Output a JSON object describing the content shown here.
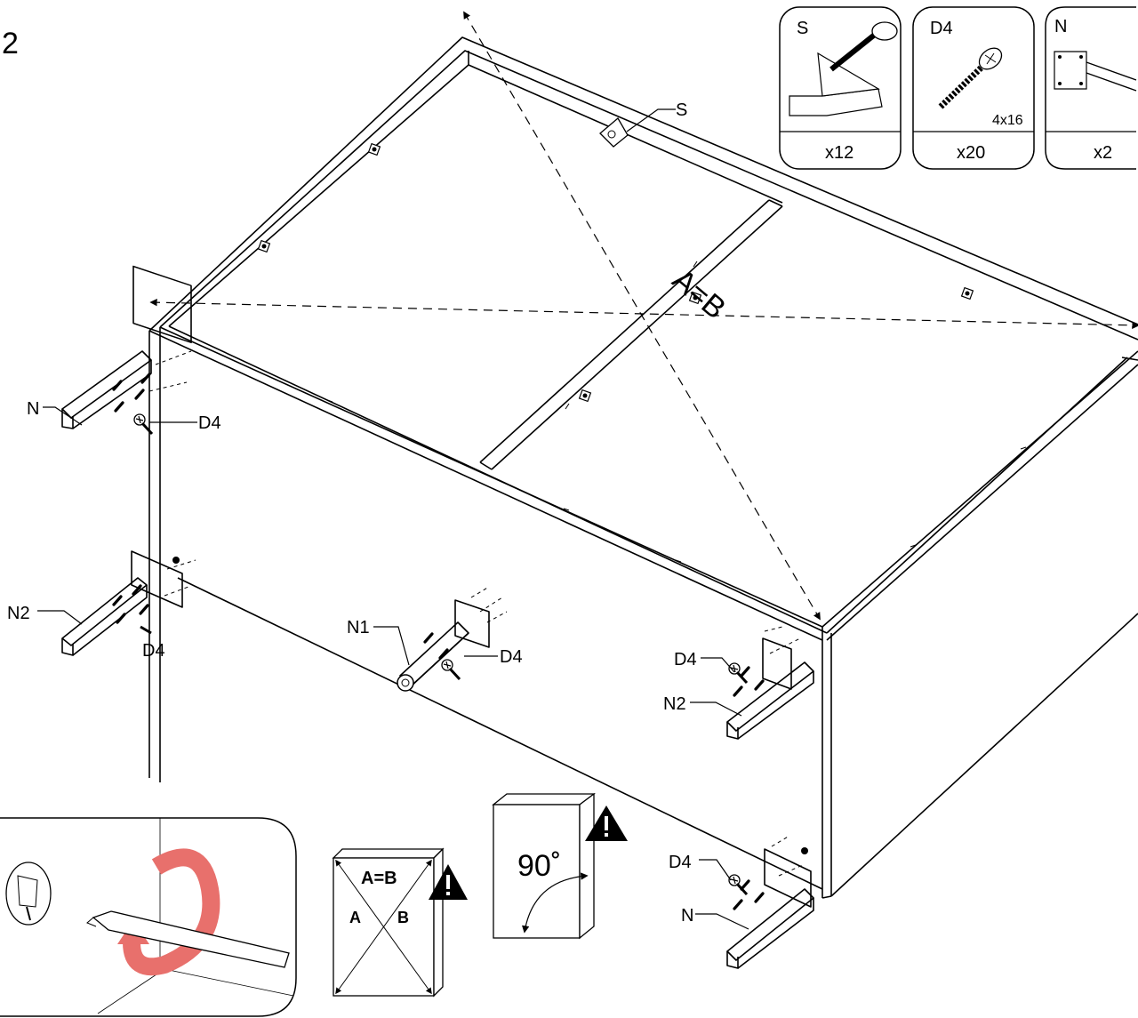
{
  "step_number": "2",
  "parts": [
    {
      "code": "S",
      "qty": "x12",
      "size": ""
    },
    {
      "code": "D4",
      "qty": "x20",
      "size": "4x16"
    },
    {
      "code": "N",
      "qty": "x2",
      "size": ""
    }
  ],
  "callouts": {
    "s": "S",
    "n_top_left": "N",
    "d4_top_left": "D4",
    "n2_bottom_left": "N2",
    "d4_bottom_left": "D4",
    "n1_middle": "N1",
    "d4_middle": "D4",
    "d4_right": "D4",
    "n2_right": "N2",
    "d4_right_bottom": "D4",
    "n_right_bottom": "N"
  },
  "diagonal_label": "A=B",
  "check_square": {
    "equation": "A=B",
    "a": "A",
    "b": "B"
  },
  "check_angle": {
    "angle": "90˚"
  },
  "colors": {
    "rotation_arrow": "#e8706c",
    "line": "#000000"
  },
  "icons": [
    "warning-icon",
    "screwdriver-icon",
    "rotate-arrow-icon",
    "corner-bracket-icon",
    "screw-icon",
    "leg-bracket-icon"
  ]
}
